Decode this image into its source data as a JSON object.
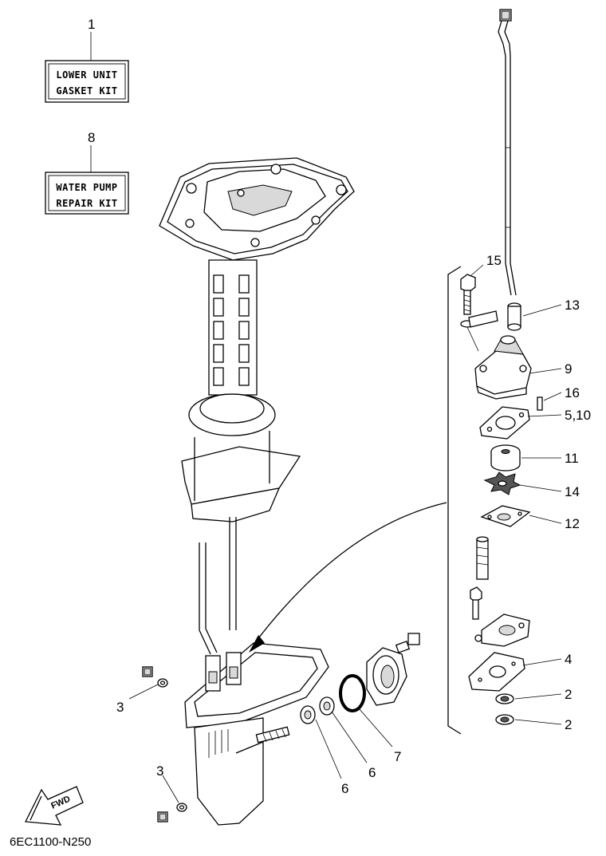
{
  "kits": [
    {
      "number": "1",
      "line1": "LOWER UNIT",
      "line2": "GASKET KIT"
    },
    {
      "number": "8",
      "line1": "WATER PUMP",
      "line2": "REPAIR KIT"
    }
  ],
  "callouts": [
    {
      "id": "15",
      "label": "15"
    },
    {
      "id": "13",
      "label": "13"
    },
    {
      "id": "9",
      "label": "9"
    },
    {
      "id": "16",
      "label": "16"
    },
    {
      "id": "5-10",
      "label": "5,10"
    },
    {
      "id": "11",
      "label": "11"
    },
    {
      "id": "14",
      "label": "14"
    },
    {
      "id": "12",
      "label": "12"
    },
    {
      "id": "4",
      "label": "4"
    },
    {
      "id": "2a",
      "label": "2"
    },
    {
      "id": "2b",
      "label": "2"
    },
    {
      "id": "3a",
      "label": "3"
    },
    {
      "id": "3b",
      "label": "3"
    },
    {
      "id": "6a",
      "label": "6"
    },
    {
      "id": "6b",
      "label": "6"
    },
    {
      "id": "7",
      "label": "7"
    }
  ],
  "fwd_label": "FWD",
  "diagram_code": "6EC1100-N250"
}
